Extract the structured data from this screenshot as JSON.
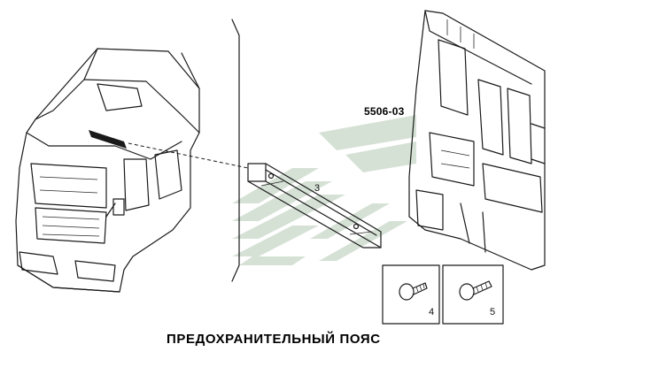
{
  "diagram": {
    "code_label": "5506-03",
    "caption": "ПРЕДОХРАНИТЕЛЬНЫЙ ПОЯС",
    "callouts": [
      "3",
      "4",
      "5"
    ]
  },
  "colors": {
    "line": "#1a1a1a",
    "watermark": "#c9d7c9",
    "background": "#ffffff"
  }
}
